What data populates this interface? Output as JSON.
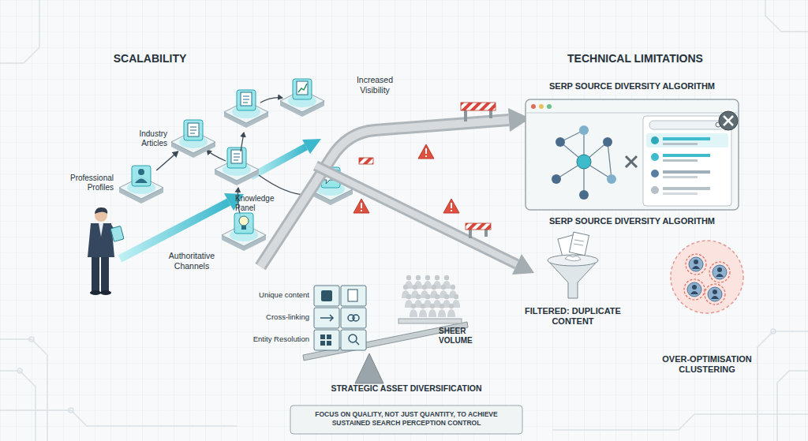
{
  "diagram": {
    "caption": "FOCUS ON QUALITY, NOT JUST QUANTITY, TO ACHIEVE SUSTAINED SEARCH PERCEPTION CONTROL",
    "nodes": [
      {
        "text": [
          "Professional Profiles"
        ]
      },
      {
        "text": [
          "Industry Articles"
        ]
      },
      {
        "text": [
          "Knowledge Panel"
        ]
      },
      {
        "text": [
          "SERP SOURCE DIVERSITY ALGORITHM",
          "SERP SOURCE DIVERSITY ALGORITHM"
        ]
      },
      {
        "text": [
          "FILTERED: DUPLICATE CONTENT"
        ]
      },
      {
        "text": [
          "OVER-OPTIMISATION CLUSTERING"
        ]
      }
    ],
    "edges": [
      {
        "from": 0,
        "to": 1,
        "arrow": "to"
      }
    ],
    "labels": [
      "SCALABILITY",
      "TECHNICAL LIMITATIONS",
      "Increased Visibility",
      "Authoritative Channels",
      "Unique content",
      "Cross-linking",
      "Entity Resolution",
      "SHEER VOLUME",
      "STRATEGIC ASSET DIVERSIFICATION"
    ]
  }
}
